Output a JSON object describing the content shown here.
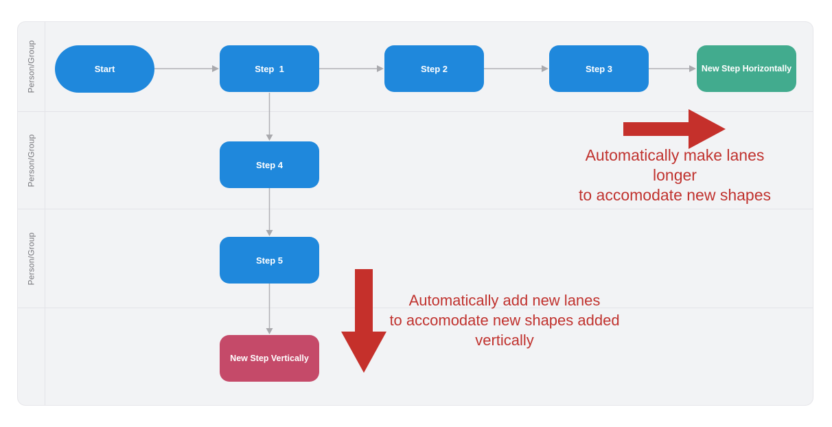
{
  "diagram_type": "swimlane-flowchart",
  "lanes": {
    "items": [
      {
        "label": "Person/Group"
      },
      {
        "label": "Person/Group"
      },
      {
        "label": "Person/Group"
      },
      {
        "label": ""
      }
    ]
  },
  "nodes": {
    "start": {
      "label": "Start",
      "shape": "terminator",
      "color": "#1f88dc"
    },
    "step1": {
      "label": "Step  1",
      "shape": "process",
      "color": "#1f88dc"
    },
    "step2": {
      "label": "Step 2",
      "shape": "process",
      "color": "#1f88dc"
    },
    "step3": {
      "label": "Step 3",
      "shape": "process",
      "color": "#1f88dc"
    },
    "new_horizontal": {
      "label": "New Step Horizontally",
      "shape": "process",
      "color": "#42ab8e"
    },
    "step4": {
      "label": "Step 4",
      "shape": "process",
      "color": "#1f88dc"
    },
    "step5": {
      "label": "Step 5",
      "shape": "process",
      "color": "#1f88dc"
    },
    "new_vertical": {
      "label": "New Step Vertically",
      "shape": "process",
      "color": "#c54a69"
    }
  },
  "connectors": [
    {
      "from": "start",
      "to": "step1",
      "direction": "right"
    },
    {
      "from": "step1",
      "to": "step2",
      "direction": "right"
    },
    {
      "from": "step2",
      "to": "step3",
      "direction": "right"
    },
    {
      "from": "step3",
      "to": "new_horizontal",
      "direction": "right"
    },
    {
      "from": "step1",
      "to": "step4",
      "direction": "down"
    },
    {
      "from": "step4",
      "to": "step5",
      "direction": "down"
    },
    {
      "from": "step5",
      "to": "new_vertical",
      "direction": "down"
    }
  ],
  "annotations": {
    "horizontal": {
      "line1": "Automatically make lanes longer",
      "line2": "to accomodate new shapes"
    },
    "vertical": {
      "line1": "Automatically add new lanes",
      "line2": "to accomodate new shapes added",
      "line3": "vertically"
    }
  },
  "colors": {
    "node_blue": "#1f88dc",
    "node_green": "#42ab8e",
    "node_pink": "#c54a69",
    "annotation_text_red": "#c0322e",
    "arrow_red": "#c5302b",
    "connector_gray": "#b0b0b4",
    "lane_background": "#f2f3f5",
    "lane_border": "#e3e3e8",
    "lane_label_gray": "#77777c"
  }
}
